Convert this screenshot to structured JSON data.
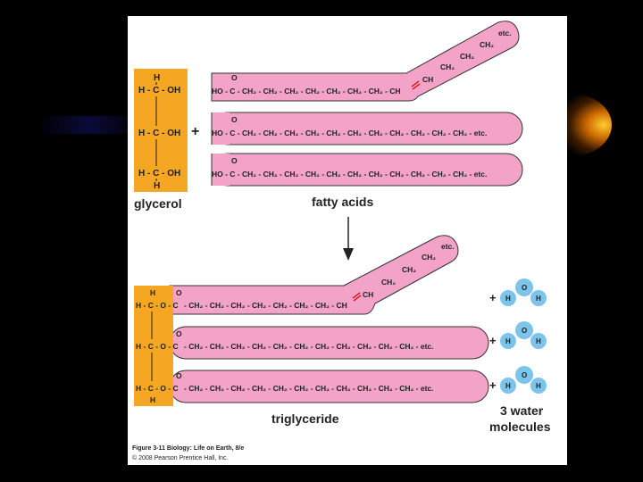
{
  "glycerol": {
    "rows": [
      {
        "top": "H",
        "mid": "H - C - OH",
        "bottom": ""
      },
      {
        "top": "",
        "mid": "H - C - OH",
        "bottom": ""
      },
      {
        "top": "",
        "mid": "H - C - OH",
        "bottom": "H"
      }
    ],
    "label": "glycerol"
  },
  "plus": "+",
  "fatty_acids": {
    "chain1_main": "HO - C - CH₂ - CH₂ - CH₂ - CH₂ - CH₂ - CH₂ - CH₂ - CH",
    "chain1_branch": [
      "CH",
      "CH₂",
      "CH₂",
      "CH₂",
      "etc."
    ],
    "chain2": "HO - C - CH₂ - CH₂ - CH₂ - CH₂ - CH₂ - CH₂ - CH₂ - CH₂ - CH₂ - CH₂ - CH₂ - etc.",
    "chain3": "HO - C - CH₂ - CH₂ - CH₂ - CH₂ - CH₂ - CH₂ - CH₂ - CH₂ - CH₂ - CH₂ - CH₂ - etc.",
    "carbonyl_o": "O",
    "label": "fatty acids"
  },
  "triglyceride": {
    "glycerol_rows": [
      {
        "top": "H",
        "mid": "H - C - O - C"
      },
      {
        "top": "",
        "mid": "H - C - O - C"
      },
      {
        "top": "",
        "mid": "H - C - O - C"
      }
    ],
    "bottom_h": "H",
    "chain1_main": "- CH₂ - CH₂ - CH₂ - CH₂ - CH₂ - CH₂ - CH₂ - CH",
    "chain1_branch": [
      "CH",
      "CH₂",
      "CH₂",
      "CH₂",
      "etc."
    ],
    "chain2": "- CH₂ - CH₂ - CH₂ - CH₂ - CH₂ - CH₂ - CH₂ - CH₂ - CH₂ - CH₂ - CH₂ - etc.",
    "chain3": "- CH₂ - CH₂ - CH₂ - CH₂ - CH₂ - CH₂ - CH₂ - CH₂ - CH₂ - CH₂ - CH₂ - etc.",
    "label": "triglyceride"
  },
  "water": {
    "plus": "+",
    "atoms": {
      "h": "H",
      "o": "O"
    },
    "label_line1": "3 water",
    "label_line2": "molecules"
  },
  "caption": {
    "line1_bold": "Figure 3-11  Biology: Life on Earth, 8/e",
    "line2": "© 2008 Pearson Prentice Hall, Inc."
  },
  "colors": {
    "glycerol": "#f5a623",
    "fatty_acid": "#f2a3c7",
    "water": "#7cc4ea",
    "background": "#000000",
    "panel": "#ffffff"
  }
}
